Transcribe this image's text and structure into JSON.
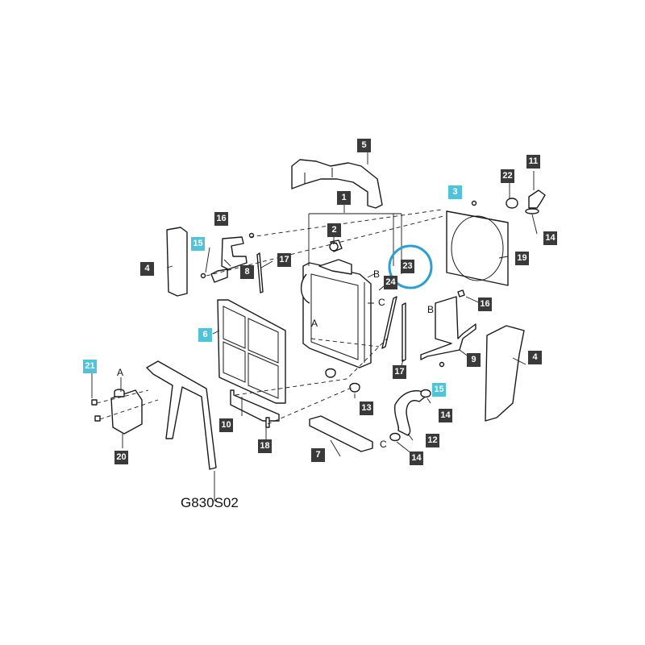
{
  "diagram_code": "G830S02",
  "colors": {
    "badge_dark": "#3a3a3a",
    "badge_highlight": "#4fc3d9",
    "highlight_ring": "#2a9fd6"
  },
  "highlighted_callout": "23",
  "callouts": [
    {
      "id": "c1",
      "label": "1",
      "style": "dark"
    },
    {
      "id": "c2",
      "label": "2",
      "style": "dark"
    },
    {
      "id": "c3",
      "label": "3",
      "style": "light"
    },
    {
      "id": "c4a",
      "label": "4",
      "style": "dark"
    },
    {
      "id": "c4b",
      "label": "4",
      "style": "dark"
    },
    {
      "id": "c5",
      "label": "5",
      "style": "dark"
    },
    {
      "id": "c6",
      "label": "6",
      "style": "light"
    },
    {
      "id": "c7",
      "label": "7",
      "style": "dark"
    },
    {
      "id": "c8",
      "label": "8",
      "style": "dark"
    },
    {
      "id": "c9",
      "label": "9",
      "style": "dark"
    },
    {
      "id": "c10",
      "label": "10",
      "style": "dark"
    },
    {
      "id": "c11",
      "label": "11",
      "style": "dark"
    },
    {
      "id": "c12",
      "label": "12",
      "style": "dark"
    },
    {
      "id": "c13",
      "label": "13",
      "style": "dark"
    },
    {
      "id": "c14a",
      "label": "14",
      "style": "dark"
    },
    {
      "id": "c14b",
      "label": "14",
      "style": "dark"
    },
    {
      "id": "c14c",
      "label": "14",
      "style": "dark"
    },
    {
      "id": "c15a",
      "label": "15",
      "style": "light"
    },
    {
      "id": "c15b",
      "label": "15",
      "style": "light"
    },
    {
      "id": "c16a",
      "label": "16",
      "style": "dark"
    },
    {
      "id": "c16b",
      "label": "16",
      "style": "dark"
    },
    {
      "id": "c17a",
      "label": "17",
      "style": "dark"
    },
    {
      "id": "c17b",
      "label": "17",
      "style": "dark"
    },
    {
      "id": "c18",
      "label": "18",
      "style": "dark"
    },
    {
      "id": "c19",
      "label": "19",
      "style": "dark"
    },
    {
      "id": "c20",
      "label": "20",
      "style": "dark"
    },
    {
      "id": "c21",
      "label": "21",
      "style": "light"
    },
    {
      "id": "c22",
      "label": "22",
      "style": "dark"
    },
    {
      "id": "c23",
      "label": "23",
      "style": "dark"
    },
    {
      "id": "c24",
      "label": "24",
      "style": "dark"
    }
  ],
  "letters": [
    {
      "id": "l1",
      "text": "A"
    },
    {
      "id": "l2",
      "text": "A"
    },
    {
      "id": "l3",
      "text": "B"
    },
    {
      "id": "l4",
      "text": "B"
    },
    {
      "id": "l5",
      "text": "C"
    },
    {
      "id": "l6",
      "text": "C"
    }
  ]
}
